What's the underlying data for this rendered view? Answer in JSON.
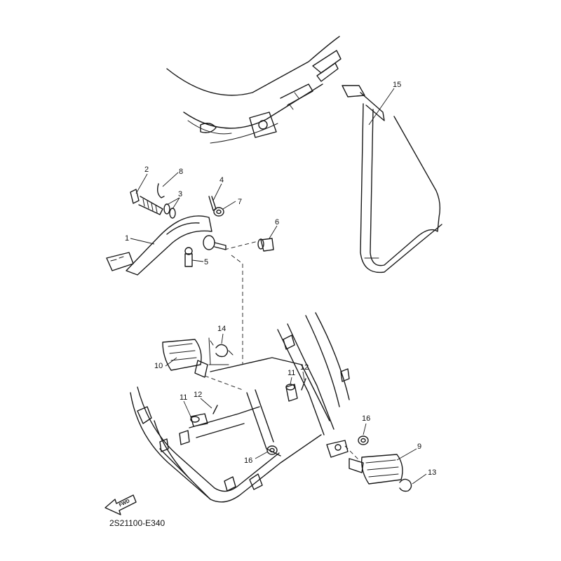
{
  "diagram": {
    "part_code": "2S21100-E340",
    "fwd_label": "FWD",
    "callouts": {
      "c1": "1",
      "c2": "2",
      "c3": "3",
      "c4": "4",
      "c5": "5",
      "c6": "6",
      "c7": "7",
      "c8": "8",
      "c9": "9",
      "c10": "10",
      "c11a": "11",
      "c11b": "11",
      "c12a": "12",
      "c12b": "12",
      "c13": "13",
      "c14": "14",
      "c15": "15",
      "c16a": "16",
      "c16b": "16"
    }
  }
}
